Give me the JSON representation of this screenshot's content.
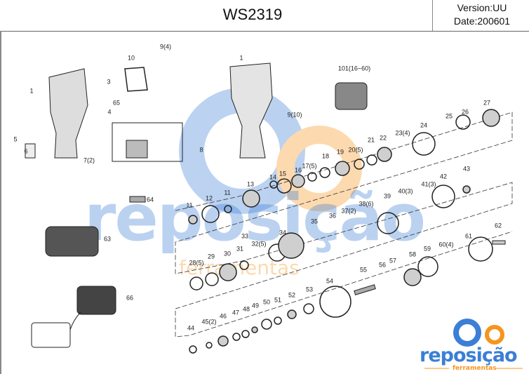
{
  "header": {
    "title": "WS2319",
    "version": "Version:UU",
    "date": "Date:200601"
  },
  "watermark": {
    "brand": "reposição",
    "sub": "ferramentas",
    "blue": "#3b7fd6",
    "orange": "#f7941d"
  },
  "callouts": [
    "1",
    "3",
    "65",
    "4",
    "10",
    "9(4)",
    "5",
    "6",
    "7(2)",
    "8",
    "64",
    "1",
    "9(10)",
    "101(16~60)",
    "27",
    "26",
    "25",
    "24",
    "23(4)",
    "22",
    "21",
    "20(5)",
    "19",
    "18",
    "17(5)",
    "16",
    "15",
    "14",
    "13",
    "11",
    "12",
    "11",
    "43",
    "42",
    "41(3)",
    "40(3)",
    "39",
    "38(6)",
    "37(2)",
    "36",
    "35",
    "34",
    "33",
    "32(5)",
    "31",
    "30",
    "29",
    "28(5)",
    "62",
    "61",
    "60(4)",
    "59",
    "58",
    "57",
    "56",
    "55",
    "54",
    "53",
    "52",
    "51",
    "50",
    "49",
    "48",
    "47",
    "46",
    "45(2)",
    "44",
    "63",
    "66"
  ]
}
